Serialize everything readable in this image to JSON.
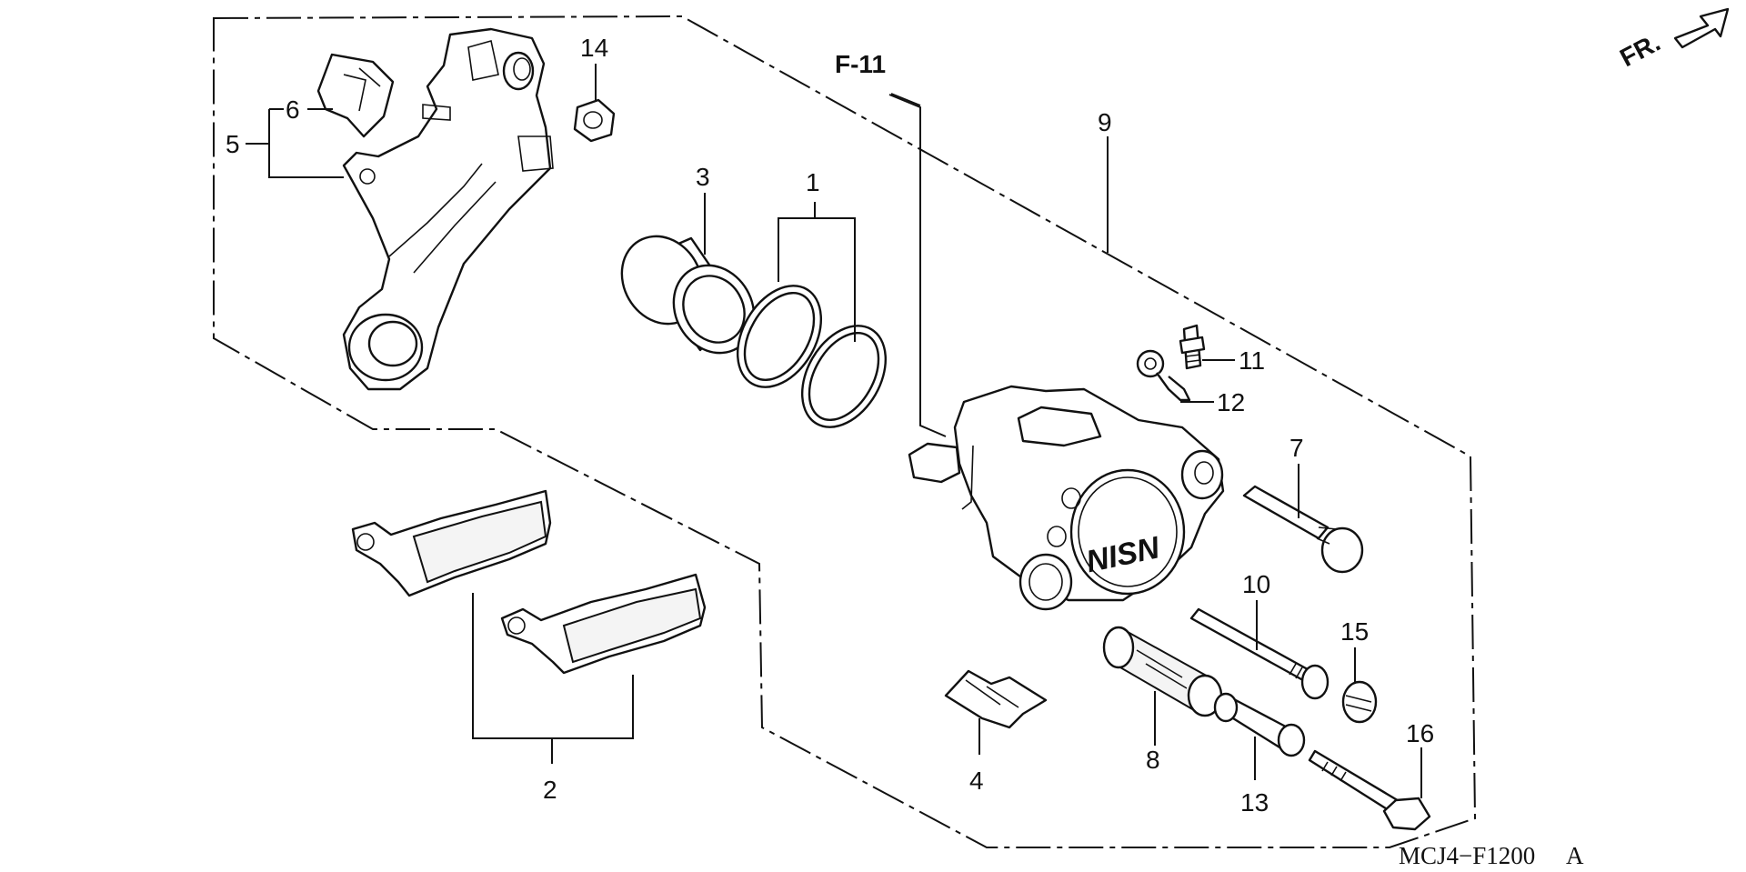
{
  "diagram": {
    "reference_label": "F-11",
    "front_label": "FR.",
    "drawing_code": "MCJ4−F1200",
    "drawing_suffix": "A",
    "caliper_logo": "NISN",
    "callouts": [
      {
        "id": "1",
        "text": "1"
      },
      {
        "id": "2",
        "text": "2"
      },
      {
        "id": "3",
        "text": "3"
      },
      {
        "id": "4",
        "text": "4"
      },
      {
        "id": "5",
        "text": "5"
      },
      {
        "id": "6",
        "text": "6"
      },
      {
        "id": "7",
        "text": "7"
      },
      {
        "id": "8",
        "text": "8"
      },
      {
        "id": "9",
        "text": "9"
      },
      {
        "id": "10",
        "text": "10"
      },
      {
        "id": "11",
        "text": "11"
      },
      {
        "id": "12",
        "text": "12"
      },
      {
        "id": "13",
        "text": "13"
      },
      {
        "id": "14",
        "text": "14"
      },
      {
        "id": "15",
        "text": "15"
      },
      {
        "id": "16",
        "text": "16"
      }
    ]
  }
}
